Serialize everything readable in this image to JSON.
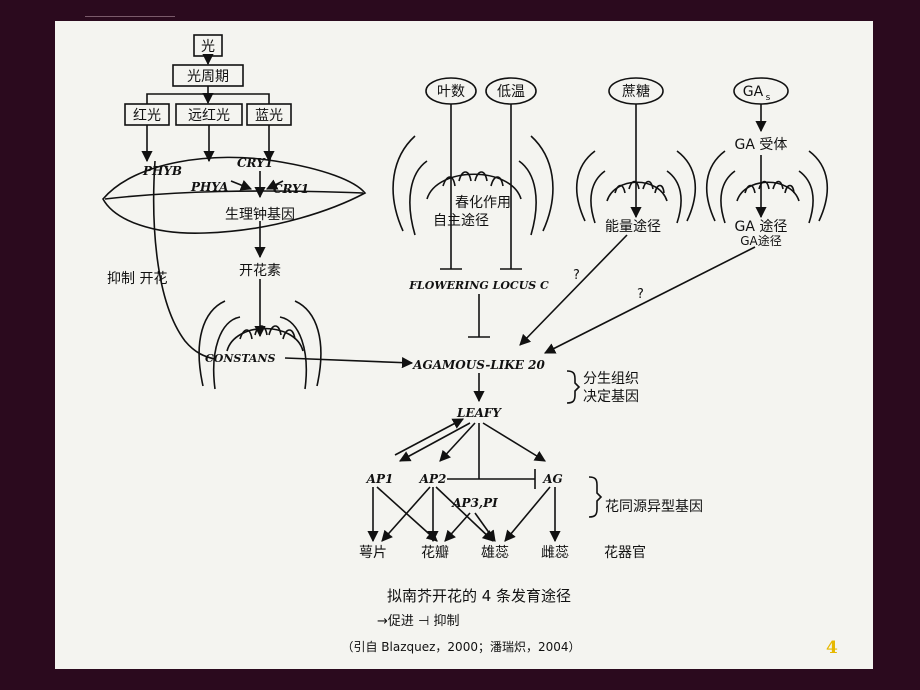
{
  "diagram": {
    "inputs": {
      "light": "光",
      "photoperiod": "光周期",
      "red": "红光",
      "far_red": "远红光",
      "blue": "蓝光",
      "leaf_number": "叶数",
      "low_temp": "低温",
      "sucrose": "蔗糖",
      "ga_base": "GA",
      "ga_sub": "s"
    },
    "genes": {
      "phyb": "PHYB",
      "cry1_top": "CRY1",
      "phya": "PHYA",
      "cry1_mid": "CRY1",
      "flc": "FLOWERING LOCUS C",
      "constans": "CONSTANS",
      "agl20": "AGAMOUS-LIKE 20",
      "leafy": "LEAFY",
      "ap1": "AP1",
      "ap2": "AP2",
      "ap3pi": "AP3,PI",
      "ag": "AG"
    },
    "labels": {
      "clock_gene": "生理钟基因",
      "florigen": "开花素",
      "inhibit_flower": "抑制 开花",
      "vernalization": "春化作用",
      "autonomous": "自主途径",
      "energy": "能量途径",
      "ga_receptor": "GA 受体",
      "ga_pathway": "GA 途径",
      "ga_pathway_dup": "GA途径",
      "question1": "?",
      "question2": "?",
      "meristem_line1": "分生组织",
      "meristem_line2": "决定基因",
      "homeotic": "花同源异型基因"
    },
    "organs": {
      "sepal": "萼片",
      "petal": "花瓣",
      "stamen": "雄蕊",
      "pistil": "雌蕊",
      "organ_label": "花器官"
    },
    "caption": {
      "title": "拟南芥开花的 4 条发育途径",
      "legend": "→促进  ⊣ 抑制",
      "source": "（引自 Blazquez，2000；潘瑞炽，2004）"
    }
  },
  "slide": {
    "page_number": "4"
  },
  "colors": {
    "background": "#2b0a1e",
    "panel": "#f4f4f0",
    "ink": "#111111",
    "page_number": "#e6b800"
  }
}
